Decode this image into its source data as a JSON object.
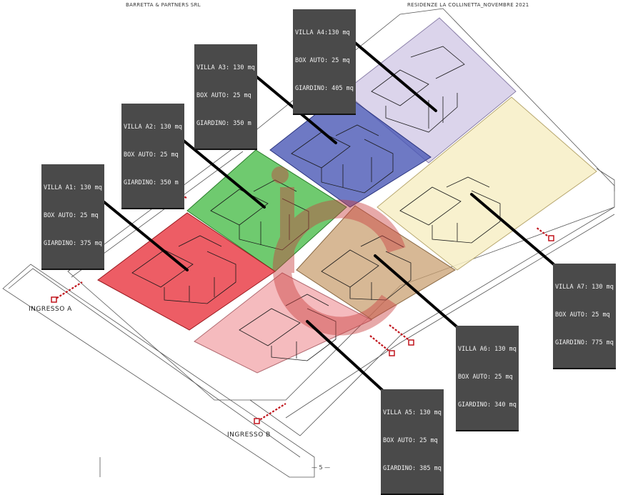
{
  "header": {
    "left": "BARRETTA & PARTNERS SRL",
    "right": "RESIDENZE LA COLLINETTA_NOVEMBRE 2021"
  },
  "entrances": {
    "a": "INGRESSO A",
    "b": "INGRESSO B"
  },
  "page_number": "— 5 —",
  "colors": {
    "villa_a1": "#e8303a",
    "villa_a2": "#3fb83f",
    "villa_a3": "#4a57b5",
    "villa_a4": "#c8bde0",
    "villa_a5": "#f2a4a8",
    "villa_a6": "#c9a072",
    "villa_a7": "#f7eec6",
    "arrows": "#c0141c",
    "label_bg": "#4a4a4a"
  },
  "villas": [
    {
      "id": "a1",
      "name": "VILLA A1: 130 mq",
      "box": "BOX AUTO: 25 mq",
      "garden": "GIARDINO: 375 mq"
    },
    {
      "id": "a2",
      "name": "VILLA A2: 130 mq",
      "box": "BOX AUTO: 25 mq",
      "garden": "GIARDINO: 350 m"
    },
    {
      "id": "a3",
      "name": "VILLA A3: 130 mq",
      "box": "BOX AUTO: 25 mq",
      "garden": "GIARDINO: 350 m"
    },
    {
      "id": "a4",
      "name": "VILLA A4:130 mq",
      "box": "BOX AUTO: 25 mq",
      "garden": "GIARDINO: 405 mq"
    },
    {
      "id": "a5",
      "name": "VILLA A5: 130 mq",
      "box": "BOX AUTO: 25 mq",
      "garden": "GIARDINO: 385 mq"
    },
    {
      "id": "a6",
      "name": "VILLA A6: 130 mq",
      "box": "BOX AUTO: 25 mq",
      "garden": "GIARDINO: 340 mq"
    },
    {
      "id": "a7",
      "name": "VILLA A7: 130 mq",
      "box": "BOX AUTO: 25 mq",
      "garden": "GIARDINO: 775 mq"
    }
  ]
}
